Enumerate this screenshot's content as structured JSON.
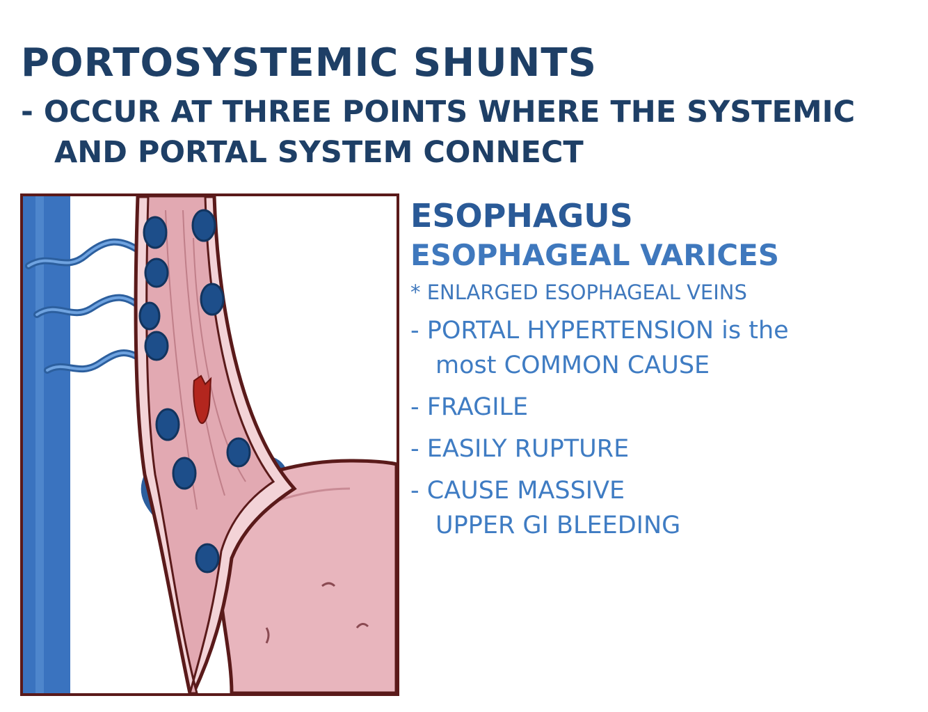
{
  "title": "PORTOSYSTEMIC SHUNTS",
  "subtitle": {
    "line1": "- OCCUR AT THREE POINTS WHERE THE SYSTEMIC",
    "line2": "AND PORTAL SYSTEM CONNECT"
  },
  "notes": {
    "heading": "ESOPHAGUS",
    "subheading": "ESOPHAGEAL VARICES",
    "definition": "* ENLARGED ESOPHAGEAL VEINS",
    "bullets": [
      {
        "line1": "- PORTAL HYPERTENSION is the",
        "line2": "most COMMON CAUSE"
      },
      {
        "line1": "- FRAGILE",
        "line2": ""
      },
      {
        "line1": "- EASILY RUPTURE",
        "line2": ""
      },
      {
        "line1": "- CAUSE MASSIVE",
        "line2": "UPPER GI BLEEDING"
      }
    ]
  },
  "colors": {
    "title": "#1e3f66",
    "notes": "#3f7cc3",
    "vein": "#3a73bf",
    "varix": "#1d4e8a",
    "tissue": "#e8b5bd",
    "outline": "#5a1a1a",
    "bleed": "#b3261e"
  }
}
